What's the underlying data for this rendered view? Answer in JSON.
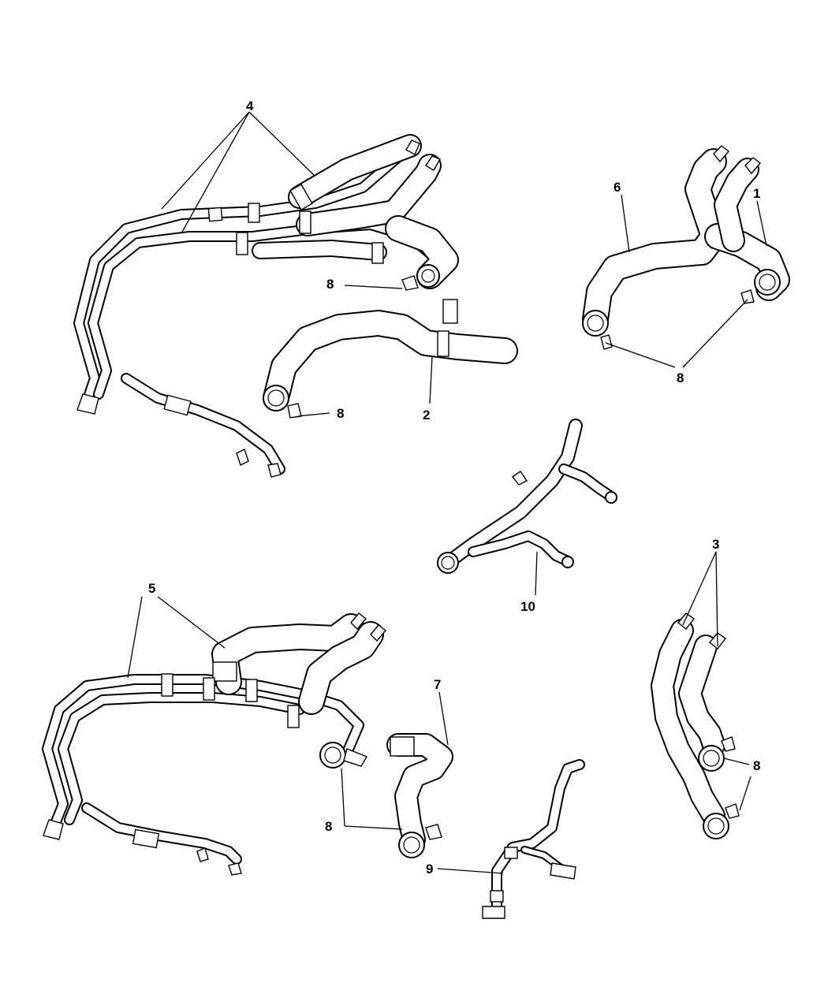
{
  "callouts": [
    {
      "id": "4",
      "label": "4"
    },
    {
      "id": "6",
      "label": "6"
    },
    {
      "id": "1",
      "label": "1"
    },
    {
      "id": "8",
      "label": "8"
    },
    {
      "id": "2",
      "label": "2"
    },
    {
      "id": "10",
      "label": "10"
    },
    {
      "id": "3",
      "label": "3"
    },
    {
      "id": "5",
      "label": "5"
    },
    {
      "id": "7",
      "label": "7"
    },
    {
      "id": "9",
      "label": "9"
    }
  ]
}
